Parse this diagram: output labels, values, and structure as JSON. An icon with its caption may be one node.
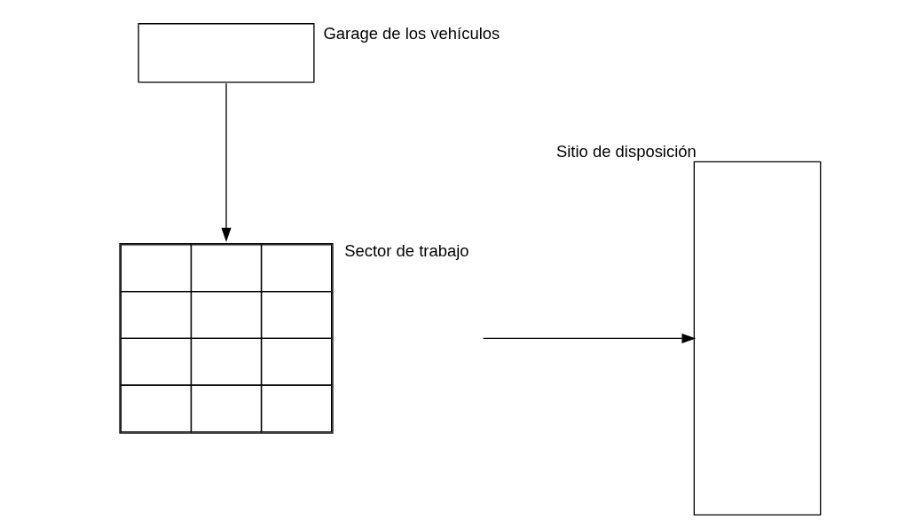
{
  "diagram": {
    "nodes": [
      {
        "text": [
          "Garage de los vehículos"
        ]
      },
      {
        "text": [
          "Sector de trabajo"
        ]
      },
      {
        "text": [
          "Sitio de disposición"
        ]
      }
    ],
    "edges": [
      {
        "from": 0,
        "to": 1,
        "arrow": "to"
      },
      {
        "from": 1,
        "to": 2,
        "arrow": "to"
      }
    ]
  }
}
